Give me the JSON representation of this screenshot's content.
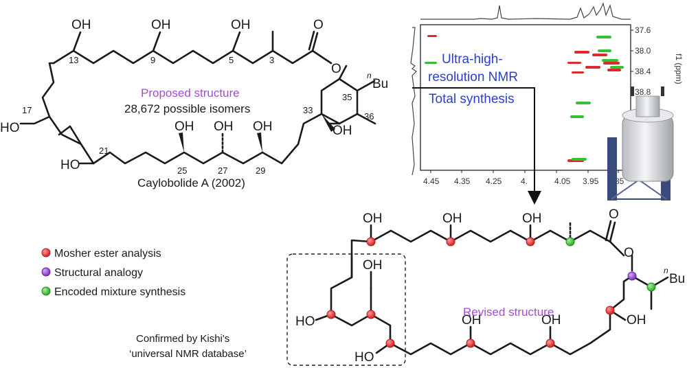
{
  "proposed": {
    "title": "Proposed structure",
    "isomers": "28,672 possible isomers",
    "caption": "Caylobolide A (2002)",
    "atoms": {
      "oh": "OH",
      "ho": "HO",
      "o": "O",
      "bu": "Bu",
      "n": "n"
    },
    "numbers": [
      "13",
      "9",
      "5",
      "3",
      "17",
      "35",
      "36",
      "33",
      "21",
      "25",
      "27",
      "29"
    ]
  },
  "nmr": {
    "overlay_line1": "Ultra-high-",
    "overlay_line2": "resolution NMR",
    "overlay_line3": "Total synthesis",
    "f1_label": "f1 (ppm)",
    "f1_ticks": [
      "37.6",
      "38.0",
      "38.4",
      "38.8"
    ],
    "x_ticks": [
      "4.45",
      "4.35",
      "4.25",
      "4.",
      "4.05",
      "3.95",
      "3.85"
    ]
  },
  "legend": {
    "items": [
      {
        "label": "Mosher ester analysis",
        "color": "#e23b3b"
      },
      {
        "label": "Structural analogy",
        "color": "#8e3fd0"
      },
      {
        "label": "Encoded mixture synthesis",
        "color": "#3cc23c"
      }
    ]
  },
  "revised": {
    "title": "Revised structure",
    "confirmed_line1": "Confirmed by Kishi's",
    "confirmed_line2": "‘universal NMR database’"
  },
  "colors": {
    "mosher": "#e23b3b",
    "analogy": "#8e3fd0",
    "encoded": "#3cc23c",
    "purple_text": "#a64ad6",
    "blue_text": "#2c3ecf"
  }
}
